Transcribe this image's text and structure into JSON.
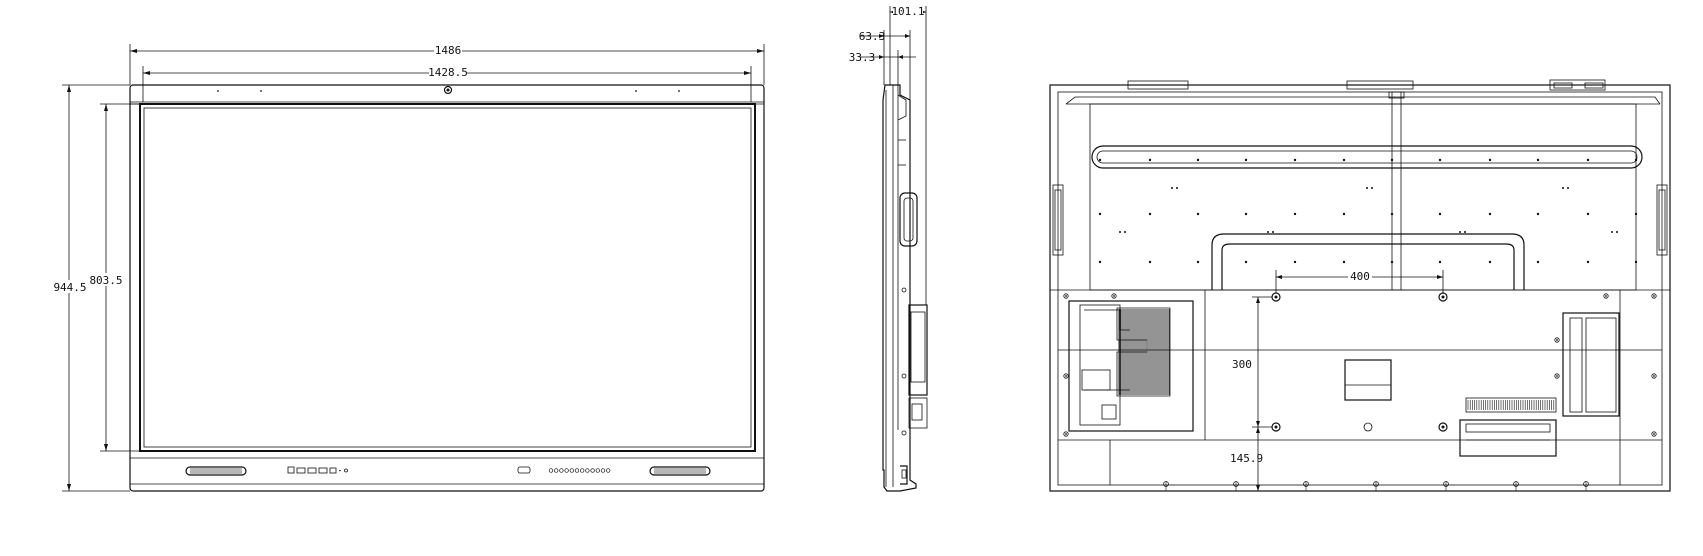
{
  "front_view": {
    "dimensions": {
      "overall_width": "1486",
      "screen_frame_width": "1428.5",
      "overall_height": "944.5",
      "screen_height": "803.5"
    }
  },
  "side_view": {
    "dimensions": {
      "max_depth": "101.1",
      "body_depth": "63.3",
      "panel_depth": "33.3"
    }
  },
  "rear_view": {
    "dimensions": {
      "vesa_horizontal": "400",
      "vesa_vertical": "300",
      "bottom_offset": "145.9"
    }
  }
}
